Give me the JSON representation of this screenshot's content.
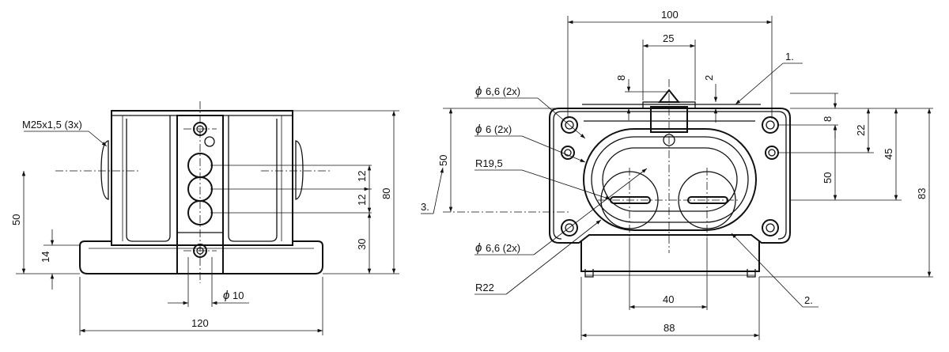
{
  "drawing": {
    "side_view": {
      "dim_thread": "M25x1,5 (3x)",
      "dim_width": "120",
      "dim_height": "80",
      "dim_height_50": "50",
      "dim_height_30": "30",
      "dim_base": "14",
      "dim_spacing_a": "12",
      "dim_spacing_b": "12",
      "dim_hole_symbol": "ϕ",
      "dim_hole_value": "10"
    },
    "front_view": {
      "dim_top_width": "100",
      "dim_slot": "25",
      "dim_8_left": "8",
      "dim_2": "2",
      "dim_hole_top_symbol": "ϕ",
      "dim_hole_top": "6,6 (2x)",
      "dim_hole_mid_symbol": "ϕ",
      "dim_hole_mid": "6 (2x)",
      "dim_radius_inner": "R19,5",
      "dim_hole_bottom_symbol": "ϕ",
      "dim_hole_bottom": "6,6 (2x)",
      "dim_radius_outer": "R22",
      "dim_50_left": "50",
      "dim_40": "40",
      "dim_88": "88",
      "dim_8_right": "8",
      "dim_22": "22",
      "dim_45": "45",
      "dim_50_right": "50",
      "dim_83": "83",
      "callout_1": "1.",
      "callout_2": "2.",
      "callout_3": "3."
    }
  }
}
